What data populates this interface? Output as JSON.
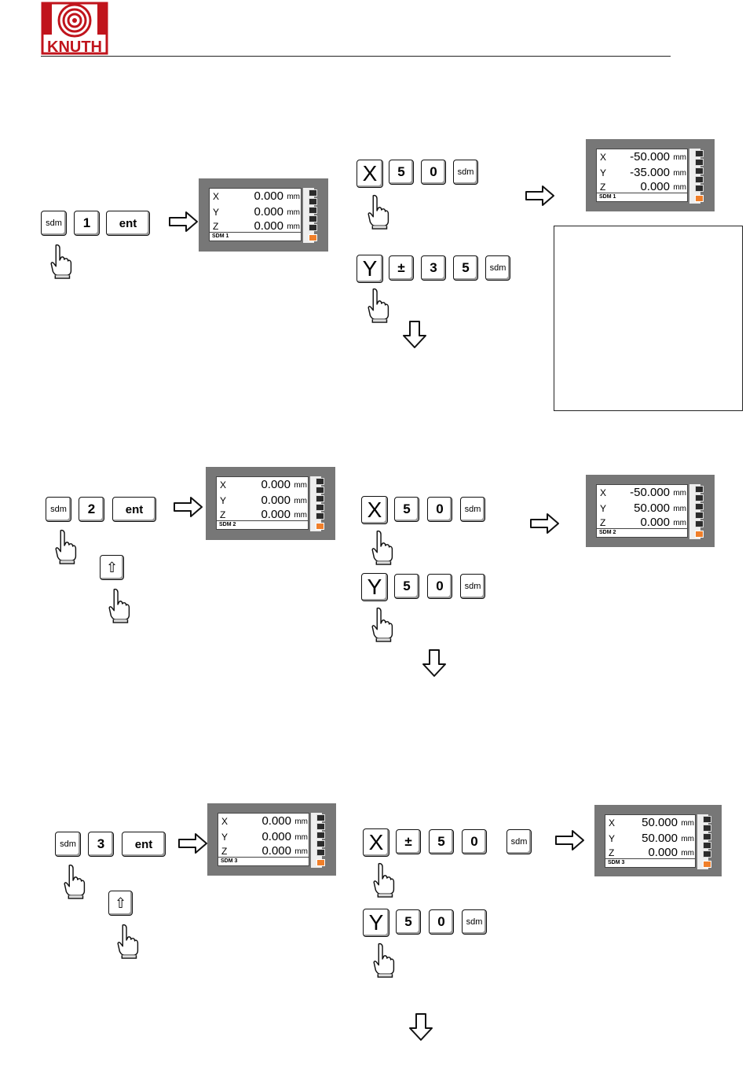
{
  "brand": {
    "name": "KNUTH"
  },
  "keys": {
    "sdm": "sdm",
    "ent": "ent",
    "one": "1",
    "two": "2",
    "three": "3",
    "five": "5",
    "zero": "0",
    "x": "X",
    "y": "Y",
    "pm": "±",
    "up": "⇧"
  },
  "displays": [
    {
      "x": "0.000",
      "y": "0.000",
      "z": "0.000",
      "label": "SDM 1"
    },
    {
      "x": "-50.000",
      "y": "-35.000",
      "z": "0.000",
      "label": "SDM 1"
    },
    {
      "x": "0.000",
      "y": "0.000",
      "z": "0.000",
      "label": "SDM 2"
    },
    {
      "x": "-50.000",
      "y": "50.000",
      "z": "0.000",
      "label": "SDM 2"
    },
    {
      "x": "0.000",
      "y": "0.000",
      "z": "0.000",
      "label": "SDM 3"
    },
    {
      "x": "50.000",
      "y": "50.000",
      "z": "0.000",
      "label": "SDM 3"
    }
  ],
  "axes": {
    "x": "X",
    "y": "Y",
    "z": "Z"
  },
  "unit": "mm",
  "colors": {
    "brand_red": "#c0141c",
    "panel": "#777777",
    "active": "#f07f2a"
  }
}
